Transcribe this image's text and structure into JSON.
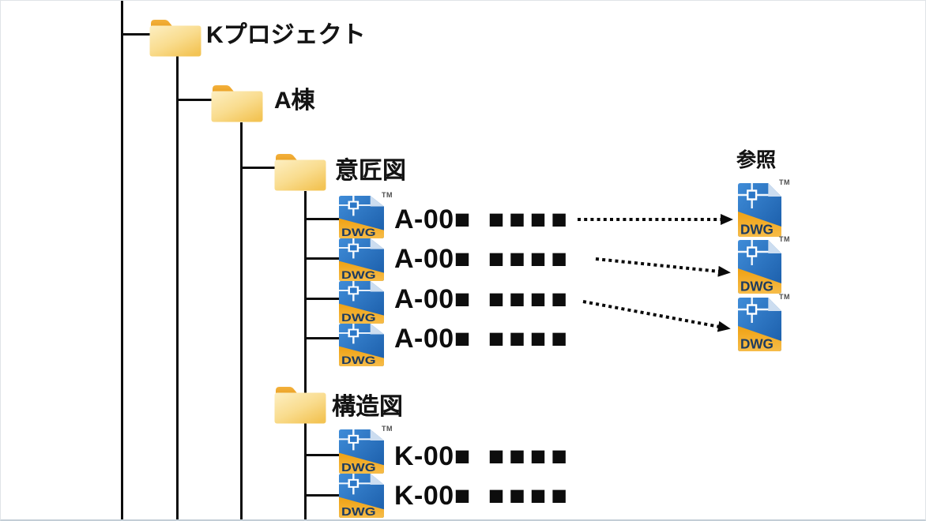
{
  "diagram": {
    "description": "folder-tree-with-dwg-references"
  },
  "tree": {
    "folders": [
      {
        "label": "Kプロジェクト"
      },
      {
        "label": "A棟"
      },
      {
        "label": "意匠図"
      },
      {
        "label": "構造図"
      }
    ]
  },
  "files": {
    "design": [
      {
        "name": "A-00■",
        "blocks": "■■■■"
      },
      {
        "name": "A-00■",
        "blocks": "■■■■"
      },
      {
        "name": "A-00■",
        "blocks": "■■■■"
      },
      {
        "name": "A-00■",
        "blocks": "■■■■"
      }
    ],
    "structure": [
      {
        "name": "K-00■",
        "blocks": "■■■■"
      },
      {
        "name": "K-00■",
        "blocks": "■■■■"
      }
    ]
  },
  "reference": {
    "label": "参照",
    "file_count": 3,
    "arrow_count": 3
  },
  "icon": {
    "dwg_label": "DWG",
    "trademark": "TM"
  },
  "colors": {
    "dwg_blue_light": "#3F8CD8",
    "dwg_blue_dark": "#1A5CA8",
    "dwg_gold": "#F2A81C",
    "dwg_text_navy": "#1D3B60",
    "fold_corner": "#CCDDF0",
    "folder_body_light": "#FDEFC2",
    "folder_body_dark": "#F4C85E",
    "folder_tab": "#ECA227",
    "tree_line": "#0D0D0D"
  }
}
